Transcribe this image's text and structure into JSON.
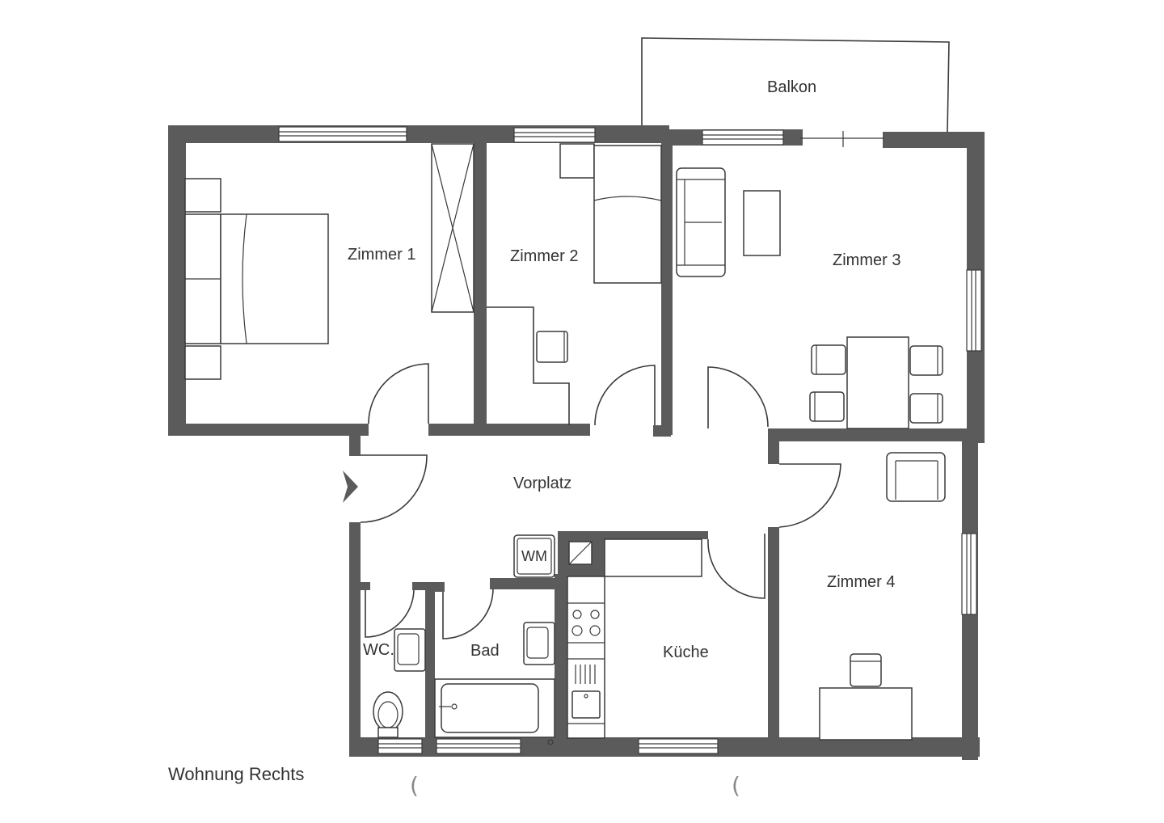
{
  "plan": {
    "title": "Wohnung Rechts",
    "rooms": [
      {
        "id": "zimmer-1",
        "label": "Zimmer 1"
      },
      {
        "id": "zimmer-2",
        "label": "Zimmer 2"
      },
      {
        "id": "zimmer-3",
        "label": "Zimmer 3"
      },
      {
        "id": "zimmer-4",
        "label": "Zimmer 4"
      },
      {
        "id": "balkon",
        "label": "Balkon"
      },
      {
        "id": "vorplatz",
        "label": "Vorplatz"
      },
      {
        "id": "kueche",
        "label": "Küche"
      },
      {
        "id": "bad",
        "label": "Bad"
      },
      {
        "id": "wc",
        "label": "WC."
      }
    ],
    "appliances": {
      "washing_machine": "WM"
    },
    "colors": {
      "wall": "#5b5b5b",
      "line": "#3a3a3a",
      "text": "#333333",
      "background": "#ffffff"
    },
    "marks": [
      "(",
      "("
    ]
  }
}
